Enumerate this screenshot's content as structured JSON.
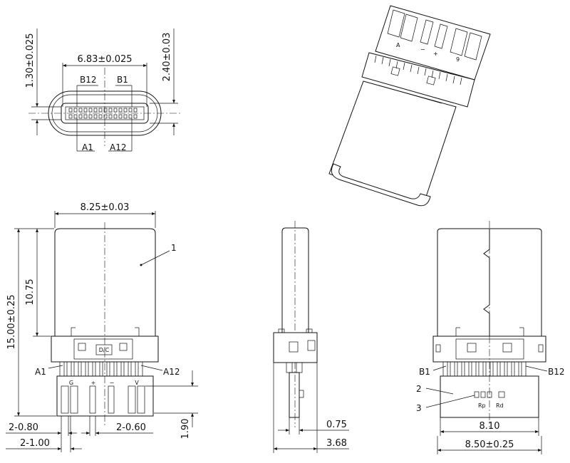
{
  "front_view": {
    "dim_width": "6.83±0.025",
    "dim_height_left": "1.30±0.025",
    "dim_height_right": "2.40±0.03",
    "pin_b12": "B12",
    "pin_b1": "B1",
    "pin_a1": "A1",
    "pin_a12": "A12"
  },
  "top_view": {
    "dim_width": "8.25±0.03",
    "dim_total_length": "15.00±0.25",
    "dim_shell_length": "10.75",
    "callout_1": "1",
    "pin_a1": "A1",
    "pin_a12": "A12",
    "pad_g": "G",
    "pad_plus": "+",
    "pad_minus": "−",
    "pad_v": "V",
    "chip_label": "D/C",
    "dim_pad_width": "2-0.80",
    "dim_pad_small": "2-0.60",
    "dim_pad_pitch": "2-1.00",
    "dim_pad_height": "1.90"
  },
  "side_view": {
    "dim_thickness": "0.75",
    "dim_total": "3.68"
  },
  "bottom_view": {
    "pin_b1": "B1",
    "pin_b12": "B12",
    "callout_2": "2",
    "callout_3": "3",
    "label_rp": "Rp",
    "label_rd": "Rd",
    "dim_board": "8.10",
    "dim_total_width": "8.50±0.25"
  },
  "iso_view": {
    "pad_a": "A",
    "pad_minus": "−",
    "pad_plus": "+",
    "pad_9": "9"
  }
}
